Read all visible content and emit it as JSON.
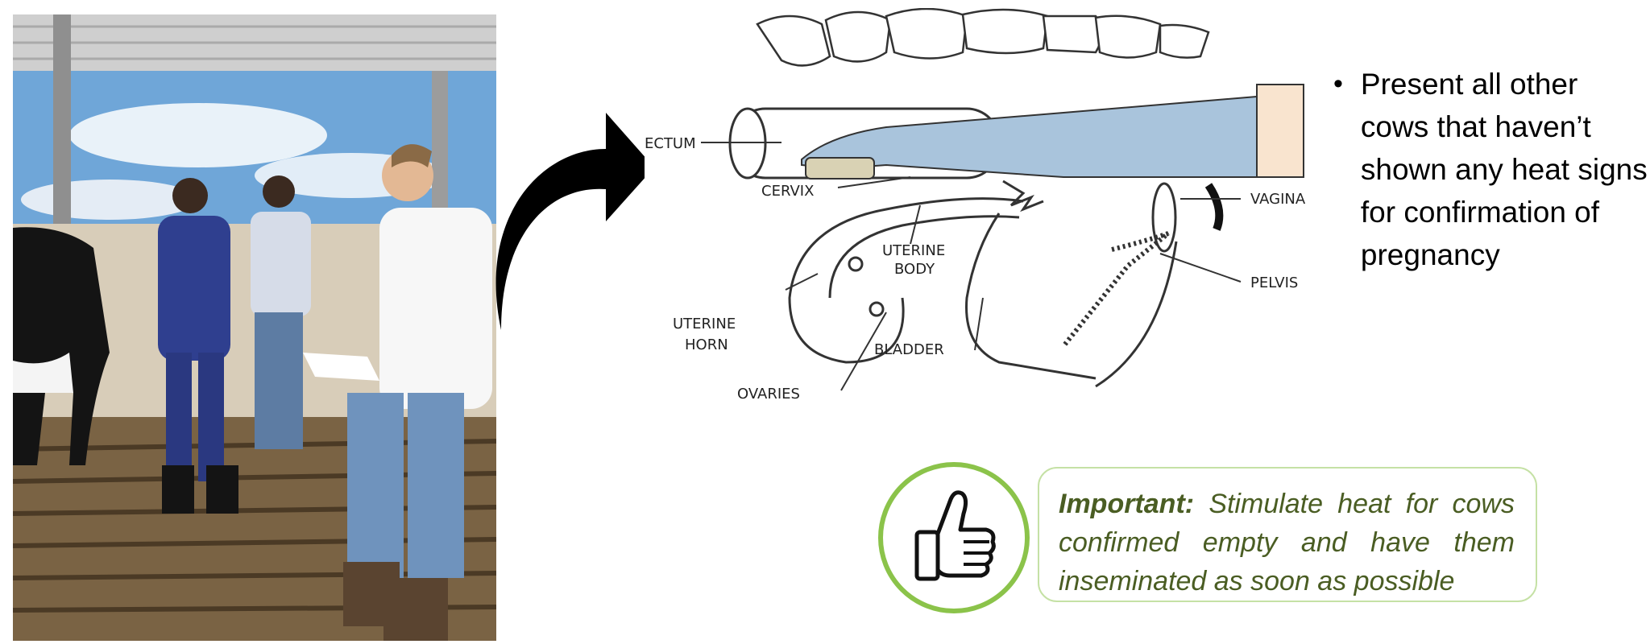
{
  "photo": {
    "description_icon": "farm-photo"
  },
  "diagram": {
    "labels": {
      "rectum": "ECTUM",
      "cervix": "CERVIX",
      "uterine_body_1": "UTERINE",
      "uterine_body_2": "BODY",
      "uterine_horn_1": "UTERINE",
      "uterine_horn_2": "HORN",
      "ovaries": "OVARIES",
      "bladder": "BLADDER",
      "vagina": "VAGINA",
      "pelvis": "PELVIS"
    }
  },
  "bullet": {
    "text": "Present all other cows that haven’t shown any heat signs for confirmation of pregnancy"
  },
  "note": {
    "label": "Important:",
    "text": "Stimulate heat for cows confirmed empty and have them inseminated as soon as possible"
  },
  "colors": {
    "accent_green": "#8bc34a",
    "note_text": "#4a5d23",
    "glove_blue": "#a9c4dc"
  },
  "icons": {
    "arrow": "curved-arrow-icon",
    "thumb": "thumbs-up-icon"
  }
}
